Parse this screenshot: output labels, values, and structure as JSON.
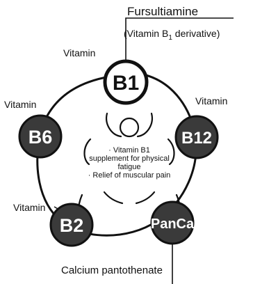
{
  "top_label": {
    "name": "Fursultiamine",
    "note_prefix": "(Vitamin B",
    "note_sub": "1",
    "note_suffix": " derivative)"
  },
  "nodes": {
    "b1": {
      "text": "B1",
      "prefix": "Vitamin"
    },
    "b6": {
      "text": "B6",
      "prefix": "Vitamin"
    },
    "b12": {
      "text": "B12",
      "prefix": "Vitamin"
    },
    "b2": {
      "text": "B2",
      "prefix": "Vitamin"
    },
    "panca": {
      "text": "PanCa"
    }
  },
  "center_text": {
    "line1": "· Vitamin B1",
    "line2": "supplement for physical",
    "line3": "fatigue",
    "line4": "· Relief of muscular pain"
  },
  "bottom_label": {
    "name": "Calcium pantothenate"
  },
  "colors": {
    "node_fill": "#3a3a3a",
    "node_text": "#ffffff",
    "line": "#111111",
    "b1_fill": "#ffffff"
  }
}
